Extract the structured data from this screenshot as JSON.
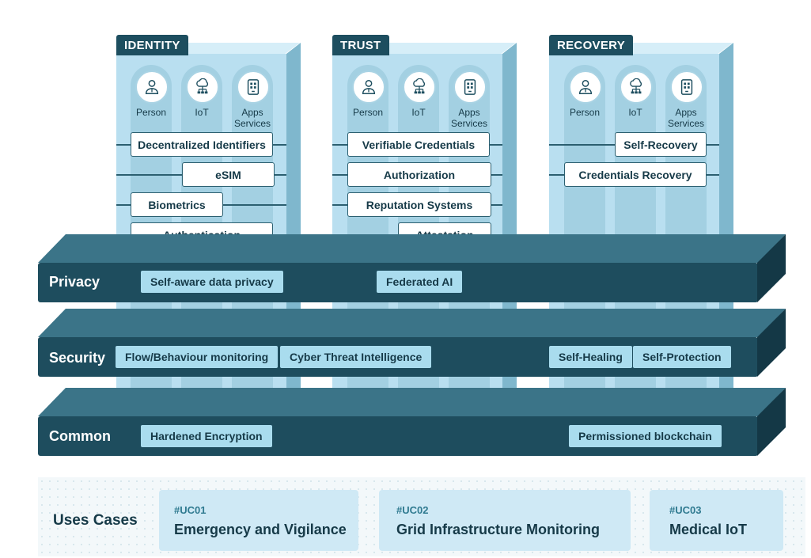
{
  "pillars": [
    {
      "title": "IDENTITY",
      "entities": [
        {
          "label": "Person",
          "icon": "person-icon"
        },
        {
          "label": "IoT",
          "icon": "iot-icon"
        },
        {
          "label": "Apps\nServices",
          "icon": "apps-services-icon"
        }
      ],
      "capabilities": [
        "Decentralized Identifiers",
        "eSIM",
        "Biometrics",
        "Authentication"
      ]
    },
    {
      "title": "TRUST",
      "entities": [
        {
          "label": "Person",
          "icon": "person-icon"
        },
        {
          "label": "IoT",
          "icon": "iot-icon"
        },
        {
          "label": "Apps\nServices",
          "icon": "apps-services-icon"
        }
      ],
      "capabilities": [
        "Verifiable Credentials",
        "Authorization",
        "Reputation Systems",
        "Attestation"
      ]
    },
    {
      "title": "RECOVERY",
      "entities": [
        {
          "label": "Person",
          "icon": "person-icon"
        },
        {
          "label": "IoT",
          "icon": "iot-icon"
        },
        {
          "label": "Apps\nServices",
          "icon": "apps-services-icon"
        }
      ],
      "capabilities": [
        "Self-Recovery",
        "Credentials Recovery"
      ]
    }
  ],
  "layers": [
    {
      "label": "Privacy",
      "items": [
        "Self-aware data privacy",
        "Federated AI"
      ]
    },
    {
      "label": "Security",
      "items": [
        "Flow/Behaviour monitoring",
        "Cyber Threat Intelligence",
        "Self-Healing",
        "Self-Protection"
      ]
    },
    {
      "label": "Common",
      "items": [
        "Hardened Encryption",
        "Permissioned blockchain"
      ]
    }
  ],
  "use_cases": {
    "title": "Uses Cases",
    "items": [
      {
        "code": "#UC01",
        "title": "Emergency and Vigilance"
      },
      {
        "code": "#UC02",
        "title": "Grid Infrastructure Monitoring"
      },
      {
        "code": "#UC03",
        "title": "Medical IoT"
      }
    ]
  },
  "colors": {
    "slab": "#1e4d5e",
    "slab_top": "#3b7488",
    "pillar": "#b9dff0",
    "chip": "#a9dcee",
    "text_dark": "#163a48"
  }
}
